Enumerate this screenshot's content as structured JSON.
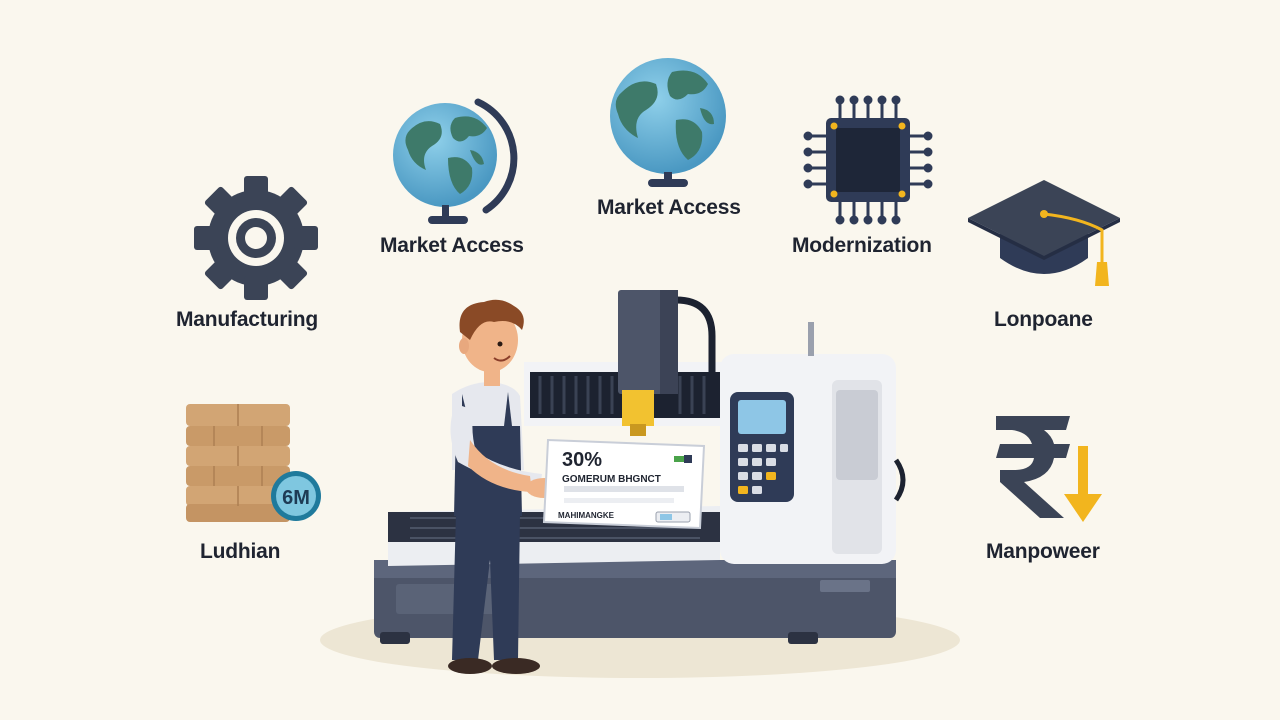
{
  "labels": {
    "manufacturing": "Manufacturing",
    "market_access_left": "Market Access",
    "market_access_center": "Market Access",
    "modernization": "Modernization",
    "lonpoane": "Lonpoane",
    "ludhian": "Ludhian",
    "manpoweer": "Manpoweer"
  },
  "badge": {
    "text": "6M"
  },
  "document": {
    "headline": "30%",
    "subline": "GOMERUM BHGNCT",
    "footer": "MAHIMANGKE"
  },
  "icons": {
    "gear": "gear-icon",
    "globe_left": "globe-icon",
    "globe_center": "globe-icon",
    "chip": "chip-icon",
    "cap": "graduation-cap-icon",
    "bricks": "brick-stack-icon",
    "rupee": "rupee-down-icon"
  },
  "colors": {
    "background": "#faf7ee",
    "navy": "#2f3b57",
    "ocean": "#5aa8cf",
    "land": "#3e7a6a",
    "gold": "#f2b51e",
    "brick": "#c99a68"
  }
}
